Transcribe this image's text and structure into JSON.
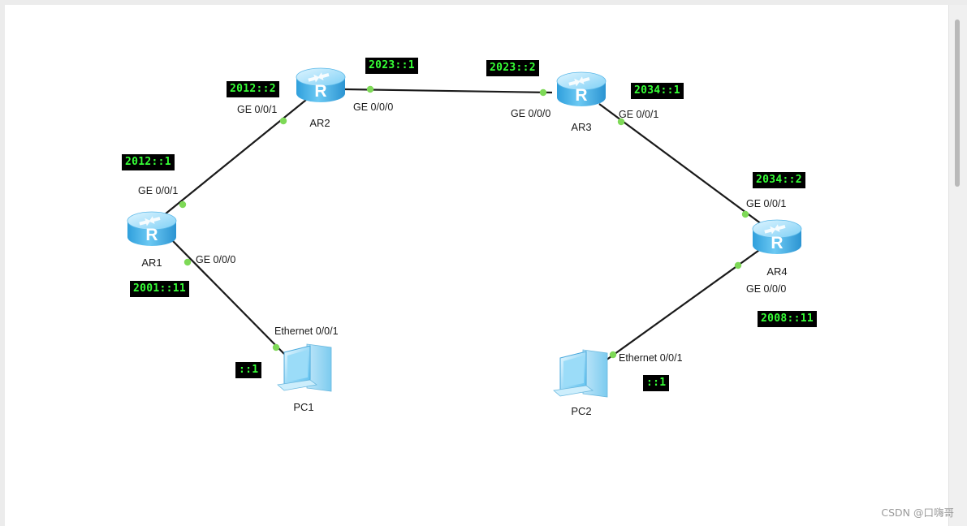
{
  "devices": {
    "ar1": {
      "name": "AR1",
      "icon": "router-icon"
    },
    "ar2": {
      "name": "AR2",
      "icon": "router-icon"
    },
    "ar3": {
      "name": "AR3",
      "icon": "router-icon"
    },
    "ar4": {
      "name": "AR4",
      "icon": "router-icon"
    },
    "pc1": {
      "name": "PC1",
      "icon": "pc-icon"
    },
    "pc2": {
      "name": "PC2",
      "icon": "pc-icon"
    }
  },
  "ports": {
    "ar2_g001": "GE 0/0/1",
    "ar2_g000": "GE 0/0/0",
    "ar3_g000": "GE 0/0/0",
    "ar3_g001": "GE 0/0/1",
    "ar1_g001": "GE 0/0/1",
    "ar1_g000": "GE 0/0/0",
    "ar4_g001": "GE 0/0/1",
    "ar4_g000": "GE 0/0/0",
    "pc1_eth": "Ethernet 0/0/1",
    "pc2_eth": "Ethernet 0/0/1"
  },
  "addresses": {
    "ar2_left": "2012::2",
    "ar2_right": "2023::1",
    "ar3_left": "2023::2",
    "ar3_right": "2034::1",
    "ar1_top": "2012::1",
    "ar1_bottom": "2001::11",
    "ar4_top": "2034::2",
    "ar4_bottom": "2008::11",
    "pc1": "::1",
    "pc2": "::1"
  },
  "colors": {
    "link": "#1a1a1a",
    "port_dot": "#7ed957",
    "address_bg": "#000000",
    "address_text": "#36ff36",
    "router_body": "#4fb6ea"
  },
  "watermark": "CSDN @口嗨哥"
}
